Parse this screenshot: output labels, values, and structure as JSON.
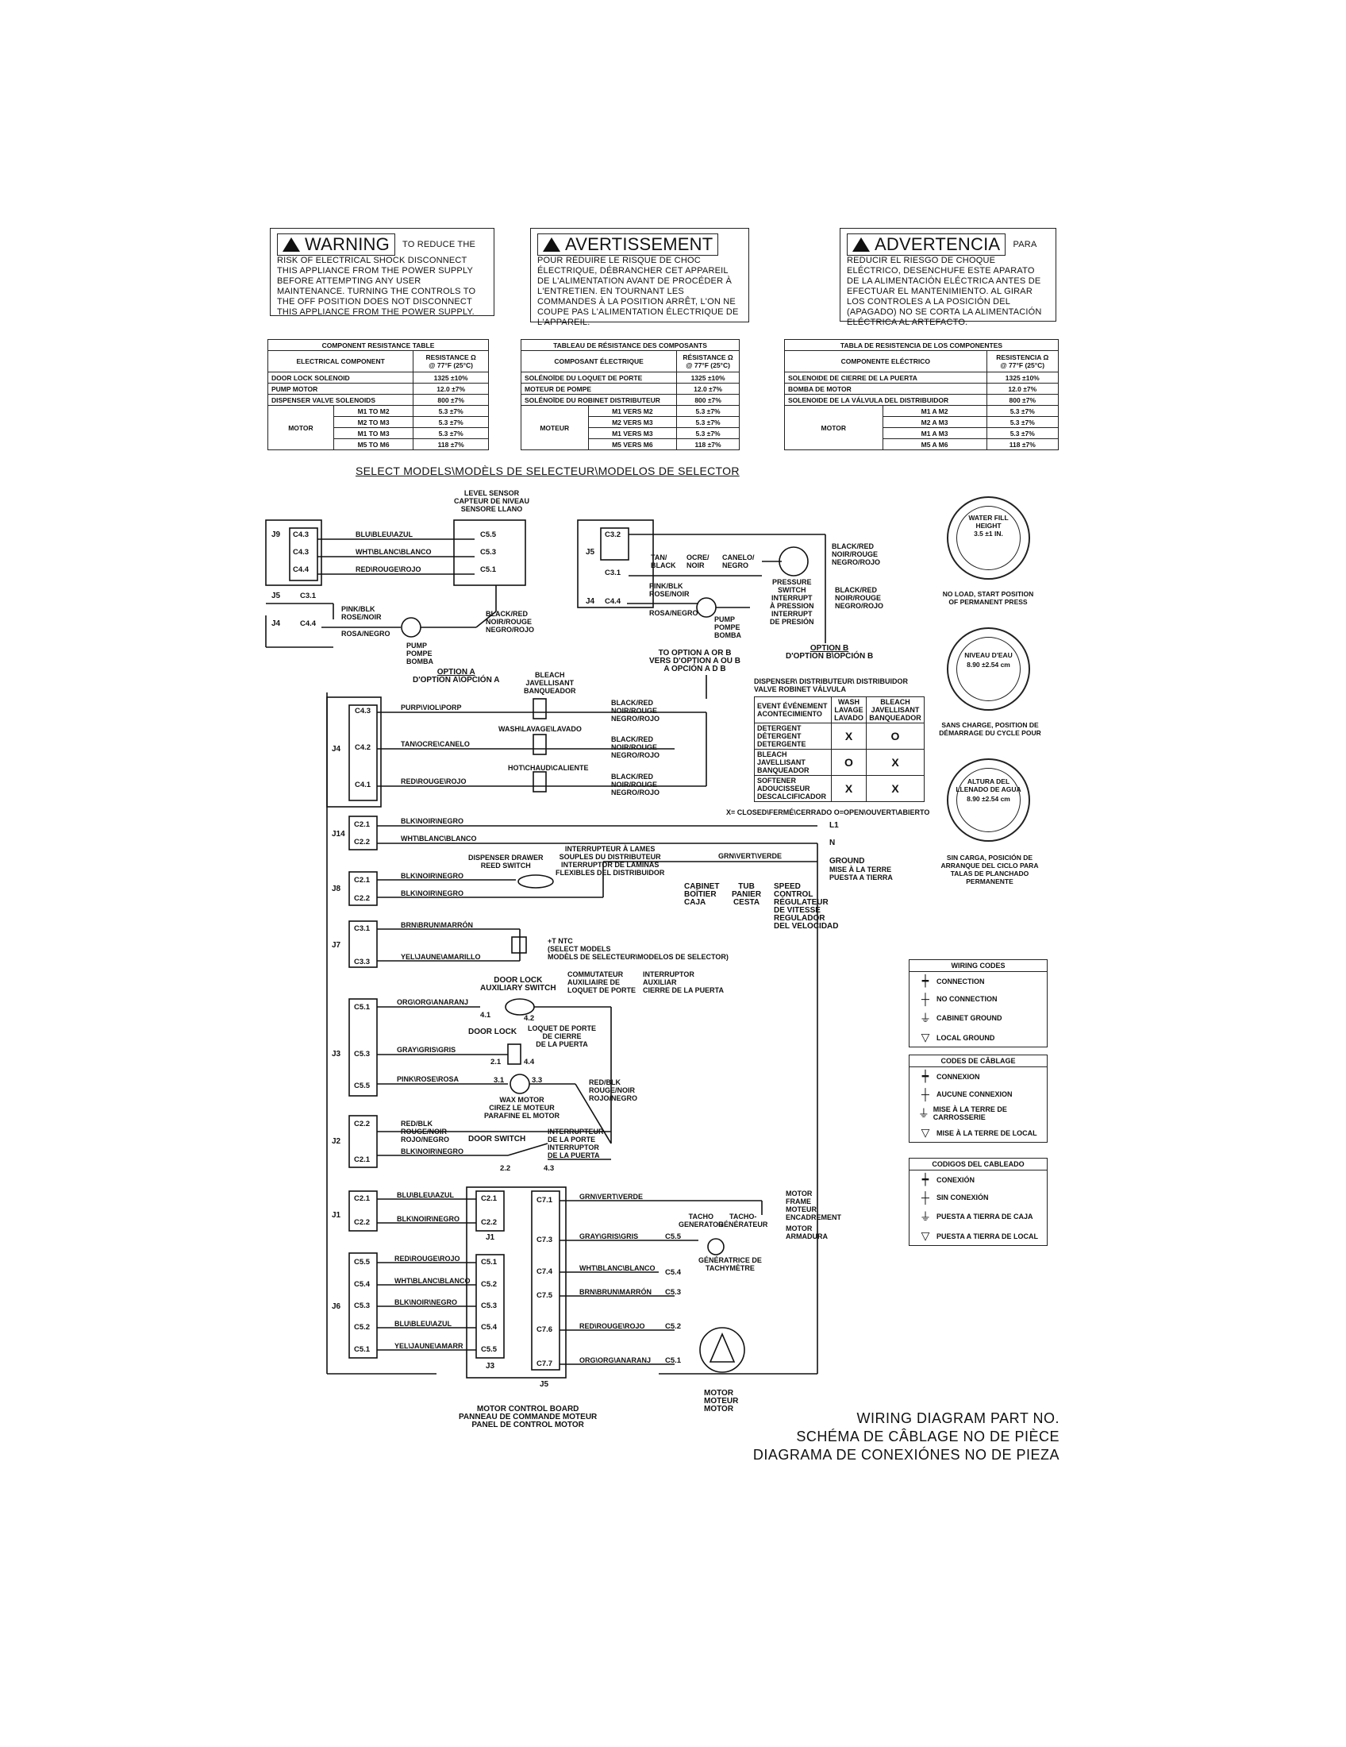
{
  "warnings": [
    {
      "head": "WARNING",
      "text": "TO REDUCE THE RISK OF ELECTRICAL SHOCK DISCONNECT THIS APPLIANCE FROM THE POWER SUPPLY BEFORE ATTEMPTING ANY USER MAINTENANCE. TURNING THE CONTROLS TO THE OFF POSITION DOES NOT DISCONNECT THIS APPLIANCE FROM THE POWER SUPPLY."
    },
    {
      "head": "AVERTISSEMENT",
      "text": "POUR RÉDUIRE LE RISQUE DE CHOC ÉLECTRIQUE, DÉBRANCHER CET APPAREIL DE L'ALIMENTATION AVANT DE PROCÉDER À L'ENTRETIEN. EN TOURNANT LES COMMANDES À LA POSITION ARRÊT, L'ON NE COUPE PAS L'ALIMENTATION ÉLECTRIQUE DE L'APPAREIL."
    },
    {
      "head": "ADVERTENCIA",
      "text": "PARA REDUCIR EL RIESGO DE CHOQUE ELÉCTRICO, DESENCHUFE ESTE APARATO DE LA ALIMENTACIÓN ELÉCTRICA ANTES DE EFECTUAR EL MANTENIMIENTO. AL GIRAR LOS CONTROLES A LA POSICIÓN DEL (APAGADO) NO SE CORTA LA ALIMENTACIÓN ELÉCTRICA AL ARTEFACTO."
    }
  ],
  "res_tables": [
    {
      "title": "COMPONENT RESISTANCE TABLE",
      "col1": "ELECTRICAL COMPONENT",
      "col2a": "RESISTANCE Ω",
      "col2b": "@ 77°F (25°C)",
      "rows": [
        [
          "DOOR LOCK SOLENOID",
          "1325 ±10%"
        ],
        [
          "PUMP MOTOR",
          "12.0 ±7%"
        ],
        [
          "DISPENSER VALVE SOLENOIDS",
          "800 ±7%"
        ]
      ],
      "motor": "MOTOR",
      "mrows": [
        [
          "M1 TO M2",
          "5.3 ±7%"
        ],
        [
          "M2 TO M3",
          "5.3 ±7%"
        ],
        [
          "M1 TO M3",
          "5.3 ±7%"
        ],
        [
          "M5 TO M6",
          "118 ±7%"
        ]
      ]
    },
    {
      "title": "TABLEAU DE RÉSISTANCE DES COMPOSANTS",
      "col1": "COMPOSANT ÉLECTRIQUE",
      "col2a": "RÉSISTANCE Ω",
      "col2b": "@ 77°F (25°C)",
      "rows": [
        [
          "SOLÉNOÏDE DU LOQUET DE PORTE",
          "1325 ±10%"
        ],
        [
          "MOTEUR DE POMPE",
          "12.0 ±7%"
        ],
        [
          "SOLÉNOÏDE DU ROBINET DISTRIBUTEUR",
          "800 ±7%"
        ]
      ],
      "motor": "MOTEUR",
      "mrows": [
        [
          "M1 VERS M2",
          "5.3 ±7%"
        ],
        [
          "M2 VERS M3",
          "5.3 ±7%"
        ],
        [
          "M1 VERS M3",
          "5.3 ±7%"
        ],
        [
          "M5 VERS M6",
          "118 ±7%"
        ]
      ]
    },
    {
      "title": "TABLA DE RESISTENCIA DE LOS COMPONENTES",
      "col1": "COMPONENTE ELÉCTRICO",
      "col2a": "RESISTENCIA Ω",
      "col2b": "@ 77°F (25°C)",
      "rows": [
        [
          "SOLENOIDE DE CIERRE DE LA PUERTA",
          "1325 ±10%"
        ],
        [
          "BOMBA DE MOTOR",
          "12.0 ±7%"
        ],
        [
          "SOLENOIDE DE LA VÁLVULA DEL DISTRIBUIDOR",
          "800 ±7%"
        ]
      ],
      "motor": "MOTOR",
      "mrows": [
        [
          "M1 A M2",
          "5.3 ±7%"
        ],
        [
          "M2 A M3",
          "5.3 ±7%"
        ],
        [
          "M1 A M3",
          "5.3 ±7%"
        ],
        [
          "M5 A M6",
          "118 ±7%"
        ]
      ]
    }
  ],
  "select_models": "SELECT MODELS\\MODÈLS DE SELECTEUR\\MODELOS DE SELECTOR",
  "option_a": {
    "level_sensor": "LEVEL SENSOR",
    "capteur": "CAPTEUR DE NIVEAU",
    "sensore": "SENSORE LLANO",
    "wires": [
      "BLU\\BLEU\\AZUL",
      "WHT\\BLANC\\BLANCO",
      "RED\\ROUGE\\ROJO"
    ],
    "pins_left": [
      "C4.3",
      "C4.3",
      "C4.4"
    ],
    "pins_right": [
      "C5.5",
      "C5.3",
      "C5.1"
    ],
    "j9": "J9",
    "j5": "J5",
    "j4": "J4",
    "c31": "C3.1",
    "c44": "C4.4",
    "pink": "PINK/BLK",
    "rose": "ROSE/NOIR",
    "rosa": "ROSA/NEGRO",
    "black": "BLACK/RED",
    "noir": "NOIR/ROUGE",
    "negro": "NEGRO/ROJO",
    "pump": "PUMP",
    "pompe": "POMPE",
    "bomba": "BOMBA",
    "title": "OPTION A",
    "title2": "D'OPTION A\\OPCIÓN A"
  },
  "option_b": {
    "j5": "J5",
    "j4": "J4",
    "c32": "C3.2",
    "c31": "C3.1",
    "c44": "C4.4",
    "tan": "TAN/",
    "black": "BLACK",
    "ocre": "OCRE/",
    "noir": "NOIR",
    "canelo": "CANELO/",
    "negro": "NEGRO",
    "pressure": "PRESSURE",
    "switch": "SWITCH",
    "interrupt": "INTERRUPT",
    "apression": "À PRESSION",
    "interrupt2": "INTERRUPT",
    "depresion": "DE PRESIÓN",
    "blackred": "BLACK/RED",
    "noirrouge": "NOIR/ROUGE",
    "negrorojo": "NEGRO/ROJO",
    "pinkblk": "PINK/BLK",
    "rosenoir": "ROSE/NOIR",
    "rosanegro": "ROSA/NEGRO",
    "pump": "PUMP",
    "pompe": "POMPE",
    "bomba": "BOMBA",
    "title": "OPTION B",
    "title2": "D'OPTION B\\OPCIÓN B",
    "to1": "TO OPTION A OR B",
    "to2": "VERS D'OPTION A OU B",
    "to3": "A OPCIÓN A D B"
  },
  "dispenser": {
    "bleach": "BLEACH",
    "javel": "JAVELLISANT",
    "banq": "BANQUEADOR",
    "wash": "WASH\\LAVAGE\\LAVADO",
    "hot": "HOT\\CHAUD\\CALIENTE",
    "wires": [
      "PURP\\VIOL\\PORP",
      "TAN\\OCRE\\CANELO",
      "RED\\ROUGE\\ROJO"
    ],
    "pins": [
      "C4.3",
      "C4.2",
      "C4.1"
    ],
    "br1": "BLACK/RED",
    "br2": "NOIR/ROUGE",
    "br3": "NEGRO/ROJO",
    "j4": "J4"
  },
  "disp_table": {
    "h1": "DISPENSER\\ DISTRIBUTEUR\\ DISTRIBUIDOR",
    "h2": "VALVE  ROBINET  VÁLVULA",
    "c0": "EVENT ÉVÉNEMENT ACONTECIMIENTO",
    "c1": "WASH LAVAGE LAVADO",
    "c2": "BLEACH JAVELLISANT BANQUEADOR",
    "r1": "DETERGENT DÉTERGENT DETERGENTE",
    "r2": "BLEACH JAVELLISANT BANQUEADOR",
    "r3": "SOFTENER ADOUCISSEUR DESCALCIFICADOR",
    "v": [
      [
        "X",
        "O"
      ],
      [
        "O",
        "X"
      ],
      [
        "X",
        "X"
      ]
    ],
    "legend": "X= CLOSED\\FERMÉ\\CERRADO   O=OPEN\\OUVERT\\ABIERTO"
  },
  "dials": [
    {
      "t1": "WATER FILL",
      "t2": "HEIGHT",
      "t3": "3.5 ±1 IN.",
      "n": "NO LOAD, START POSITION OF PERMANENT PRESS"
    },
    {
      "t1": "NIVEAU D'EAU",
      "t2": "8.90 ±2.54 cm",
      "t3": "",
      "n": "SANS CHARGE, POSITION DE DÉMARRAGE DU CYCLE POUR"
    },
    {
      "t1": "ALTURA DEL",
      "t2": "LLENADO DE AGUA",
      "t3": "8.90 ±2.54 cm",
      "n": "SIN CARGA, POSICIÓN DE ARRANQUE DEL CICLO PARA TALAS DE PLANCHADO PERMANENTE"
    }
  ],
  "main": {
    "j14": "J14",
    "c21": "C2.1",
    "c22": "C2.2",
    "blk": "BLK\\NOIR\\NEGRO",
    "wht": "WHT\\BLANC\\BLANCO",
    "l1": "L1",
    "n": "N",
    "drawer1": "DISPENSER DRAWER",
    "drawer2": "REED SWITCH",
    "int1": "INTERRUPTEUR À LAMES",
    "int2": "SOUPLES DU DISTRIBUTEUR",
    "int3": "INTERRUPTOR DE LAMINAS",
    "int4": "FLEXIBLES DEL DISTRIBUIDOR",
    "grn": "GRN\\VERT\\VERDE",
    "ground": "GROUND",
    "ground2": "MISE À LA TERRE",
    "ground3": "PUESTA A TIERRA",
    "cab": "CABINET",
    "boitier": "BOÎTIER",
    "caja": "CAJA",
    "tub": "TUB",
    "panier": "PANIER",
    "cesta": "CESTA",
    "speed": "SPEED",
    "control": "CONTROL",
    "reg": "RÉGULATEUR",
    "vit": "DE VITESSE",
    "regu": "REGULADOR",
    "velo": "DEL VELOCIDAD",
    "j8": "J8",
    "j7": "J7",
    "c31": "C3.1",
    "c33": "C3.3",
    "brn": "BRN\\BRUN\\MARRÓN",
    "yel": "YEL\\JAUNE\\AMARILLO",
    "ntc1": "+T NTC",
    "ntc2": "(SELECT MODELS",
    "ntc3": "MODÈLS DE SELECTEUR\\MODELOS DE SELECTOR)",
    "dla1": "DOOR LOCK",
    "dla2": "AUXILIARY SWITCH",
    "com1": "COMMUTATEUR",
    "com2": "AUXILIAIRE DE",
    "com3": "LOQUET DE PORTE",
    "intx1": "INTERRUPTOR",
    "intx2": "AUXILIAR",
    "intx3": "CIERRE DE LA PUERTA",
    "j3": "J3",
    "c51": "C5.1",
    "c53": "C5.3",
    "c55": "C5.5",
    "org": "ORG\\ORG\\ANARANJ",
    "gray": "GRAY\\GRIS\\GRIS",
    "pink": "PINK\\ROSE\\ROSA",
    "dl": "DOOR LOCK",
    "lq1": "LOQUET DE PORTE",
    "lq2": "DE CIERRE",
    "lq3": "DE LA PUERTA",
    "wax1": "WAX MOTOR",
    "wax2": "CIREZ LE MOTEUR",
    "wax3": "PARAFINE EL MOTOR",
    "rb1": "RED/BLK",
    "rb2": "ROUGE/NOIR",
    "rb3": "ROJO/NEGRO",
    "j2": "J2",
    "c22b": "C2.2",
    "c21b": "C2.1",
    "ds": "DOOR SWITCH",
    "ip1": "INTERRUPTEUR",
    "ip2": "DE LA PORTE",
    "ip3": "INTERRUPTOR",
    "ip4": "DE LA PUERTA",
    "p41": "4.1",
    "p42": "4.2",
    "p21": "2.1",
    "p44": "4.4",
    "p31": "3.1",
    "p33": "3.3",
    "p22": "2.2",
    "p43": "4.3",
    "j1": "J1",
    "blu": "BLU\\BLEU\\AZUL",
    "j6": "J6",
    "c55b": "C5.5",
    "c54": "C5.4",
    "c53b": "C5.3",
    "c52": "C5.2",
    "c51b": "C5.1",
    "red": "RED\\ROUGE\\ROJO",
    "whtb": "WHT\\BLANC\\BLANCO",
    "blkb": "BLK\\NOIR\\NEGRO",
    "blub": "BLU\\BLEU\\AZUL",
    "yelb": "YEL\\JAUNE\\AMARR",
    "j1b": "J1",
    "j3b": "J3",
    "j5b": "J5",
    "c71": "C7.1",
    "c73": "C7.3",
    "c74": "C7.4",
    "c75": "C7.5",
    "c76": "C7.6",
    "c77": "C7.7",
    "grnb": "GRN\\VERT\\VERDE",
    "grayb": "GRAY\\GRIS\\GRIS",
    "whtc": "WHT\\BLANC\\BLANCO",
    "brnb": "BRN\\BRUN\\MARRÓN",
    "redb": "RED\\ROUGE\\ROJO",
    "orgb": "ORG\\ORG\\ANARANJ",
    "c55m": "C5.5",
    "c54m": "C5.4",
    "c53m": "C5.3",
    "c52m": "C5.2",
    "c51m": "C5.1",
    "tacho1": "TACHO",
    "tacho2": "GENERATOR",
    "tacho3": "TACHO-",
    "tacho4": "GÉNÉRATEUR",
    "gen1": "GÉNÉRATRICE DE",
    "gen2": "TACHYMÈTRE",
    "mf1": "MOTOR",
    "mf2": "FRAME",
    "mf3": "MOTEUR",
    "mf4": "ENCADREMENT",
    "mf5": "MOTOR",
    "mf6": "ARMADURA",
    "mot1": "MOTOR",
    "mot2": "MOTEUR",
    "mot3": "MOTOR",
    "mcb1": "MOTOR CONTROL BOARD",
    "mcb2": "PANNEAU DE COMMANDE MOTEUR",
    "mcb3": "PANEL DE CONTROL MOTOR"
  },
  "codes": [
    {
      "title": "WIRING CODES",
      "items": [
        "CONNECTION",
        "NO CONNECTION",
        "CABINET GROUND",
        "LOCAL GROUND"
      ]
    },
    {
      "title": "CODES DE CÂBLAGE",
      "items": [
        "CONNEXION",
        "AUCUNE CONNEXION",
        "MISE À LA TERRE DE CARROSSERIE",
        "MISE À LA TERRE DE LOCAL"
      ]
    },
    {
      "title": "CODIGOS DEL CABLEADO",
      "items": [
        "CONEXIÓN",
        "SIN CONEXIÓN",
        "PUESTA A TIERRA DE CAJA",
        "PUESTA A TIERRA DE LOCAL"
      ]
    }
  ],
  "footer": [
    "WIRING DIAGRAM PART NO.",
    "SCHÉMA DE CÂBLAGE NO DE PIÈCE",
    "DIAGRAMA DE CONEXIÓNES NO DE PIEZA"
  ]
}
